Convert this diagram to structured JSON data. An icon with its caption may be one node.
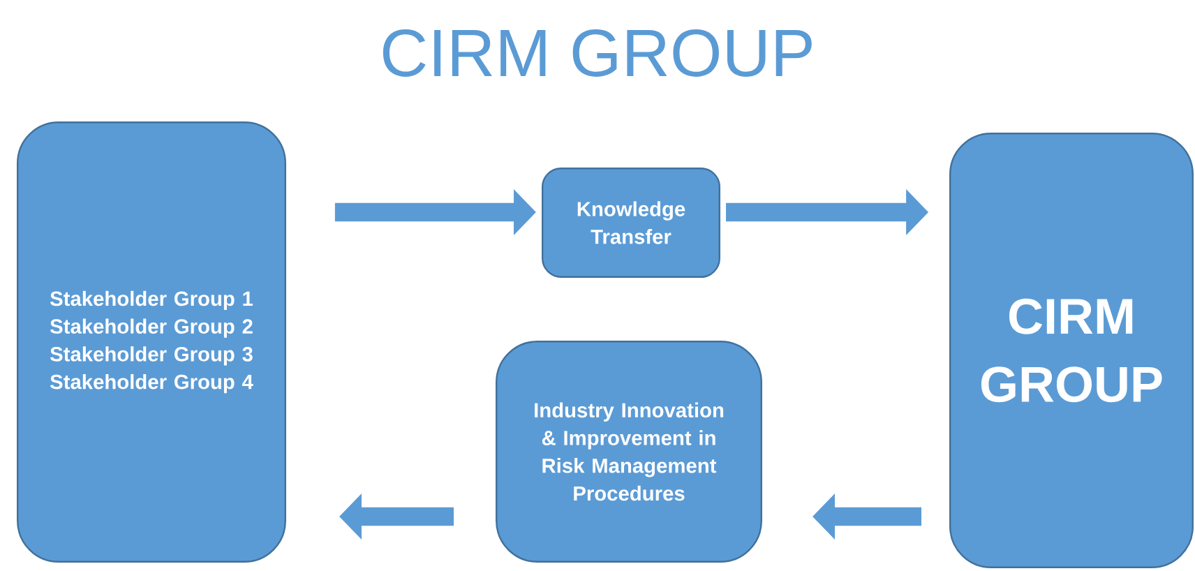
{
  "diagram": {
    "title": "CIRM GROUP",
    "nodes": [
      {
        "text": [
          "Stakeholder Group 1",
          "Stakeholder Group 2",
          "Stakeholder Group 3",
          "Stakeholder Group 4"
        ]
      },
      {
        "text": [
          "Knowledge Transfer"
        ]
      },
      {
        "text": [
          "Industry Innovation & Improvement in Risk Management Procedures"
        ]
      },
      {
        "text": [
          "CIRM GROUP"
        ]
      }
    ],
    "edges": [
      {
        "from": 0,
        "to": 1,
        "arrow": "to"
      },
      {
        "from": 1,
        "to": 3,
        "arrow": "to"
      },
      {
        "from": 3,
        "to": 2,
        "arrow": "to"
      },
      {
        "from": 2,
        "to": 0,
        "arrow": "to"
      }
    ]
  }
}
